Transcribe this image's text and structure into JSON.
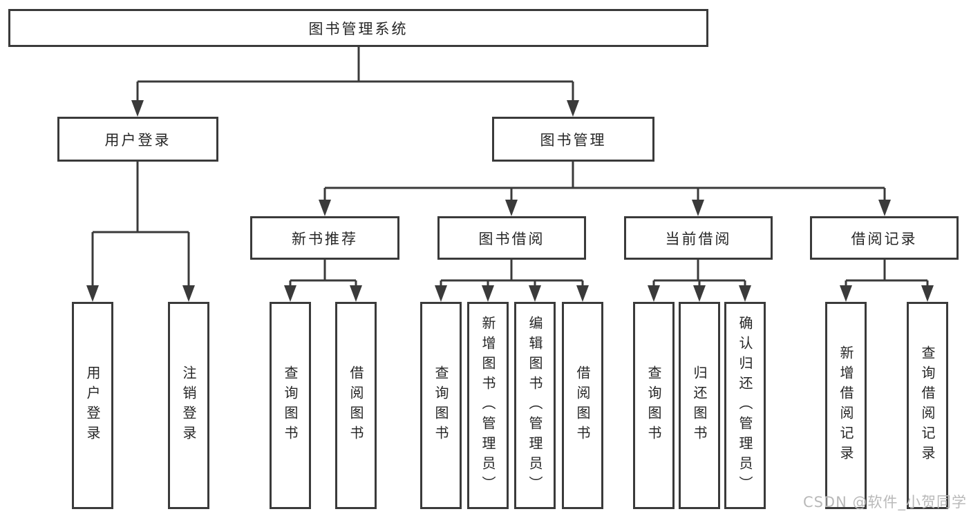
{
  "colors": {
    "background": "#ffffff",
    "line": "#3a3a3a",
    "box_border": "#3a3a3a",
    "text": "#262626",
    "watermark": "#b9b9b9"
  },
  "diagram": {
    "type": "tree",
    "nodes": {
      "root": {
        "label": "图书管理系统"
      },
      "user_login": {
        "label": "用户登录"
      },
      "book_mgmt": {
        "label": "图书管理"
      },
      "leaf_user_login": {
        "label": "用户登录"
      },
      "leaf_logout": {
        "label": "注销登录"
      },
      "new_book_rec": {
        "label": "新书推荐"
      },
      "book_borrow": {
        "label": "图书借阅"
      },
      "current_borrow": {
        "label": "当前借阅"
      },
      "borrow_record": {
        "label": "借阅记录"
      },
      "nbr_query": {
        "label": "查询图书"
      },
      "nbr_borrow": {
        "label": "借阅图书"
      },
      "bb_query": {
        "label": "查询图书"
      },
      "bb_add": {
        "label": "新增图书（管理员）"
      },
      "bb_edit": {
        "label": "编辑图书（管理员）"
      },
      "bb_borrow": {
        "label": "借阅图书"
      },
      "cb_query": {
        "label": "查询图书"
      },
      "cb_return": {
        "label": "归还图书"
      },
      "cb_confirm": {
        "label": "确认归还（管理员）"
      },
      "br_add": {
        "label": "新增借阅记录"
      },
      "br_query": {
        "label": "查询借阅记录"
      }
    },
    "hierarchy": {
      "图书管理系统": {
        "用户登录": [
          "用户登录",
          "注销登录"
        ],
        "图书管理": {
          "新书推荐": [
            "查询图书",
            "借阅图书"
          ],
          "图书借阅": [
            "查询图书",
            "新增图书（管理员）",
            "编辑图书（管理员）",
            "借阅图书"
          ],
          "当前借阅": [
            "查询图书",
            "归还图书",
            "确认归还（管理员）"
          ],
          "借阅记录": [
            "新增借阅记录",
            "查询借阅记录"
          ]
        }
      }
    }
  },
  "watermark": {
    "text": "CSDN @软件_小贺同学"
  }
}
